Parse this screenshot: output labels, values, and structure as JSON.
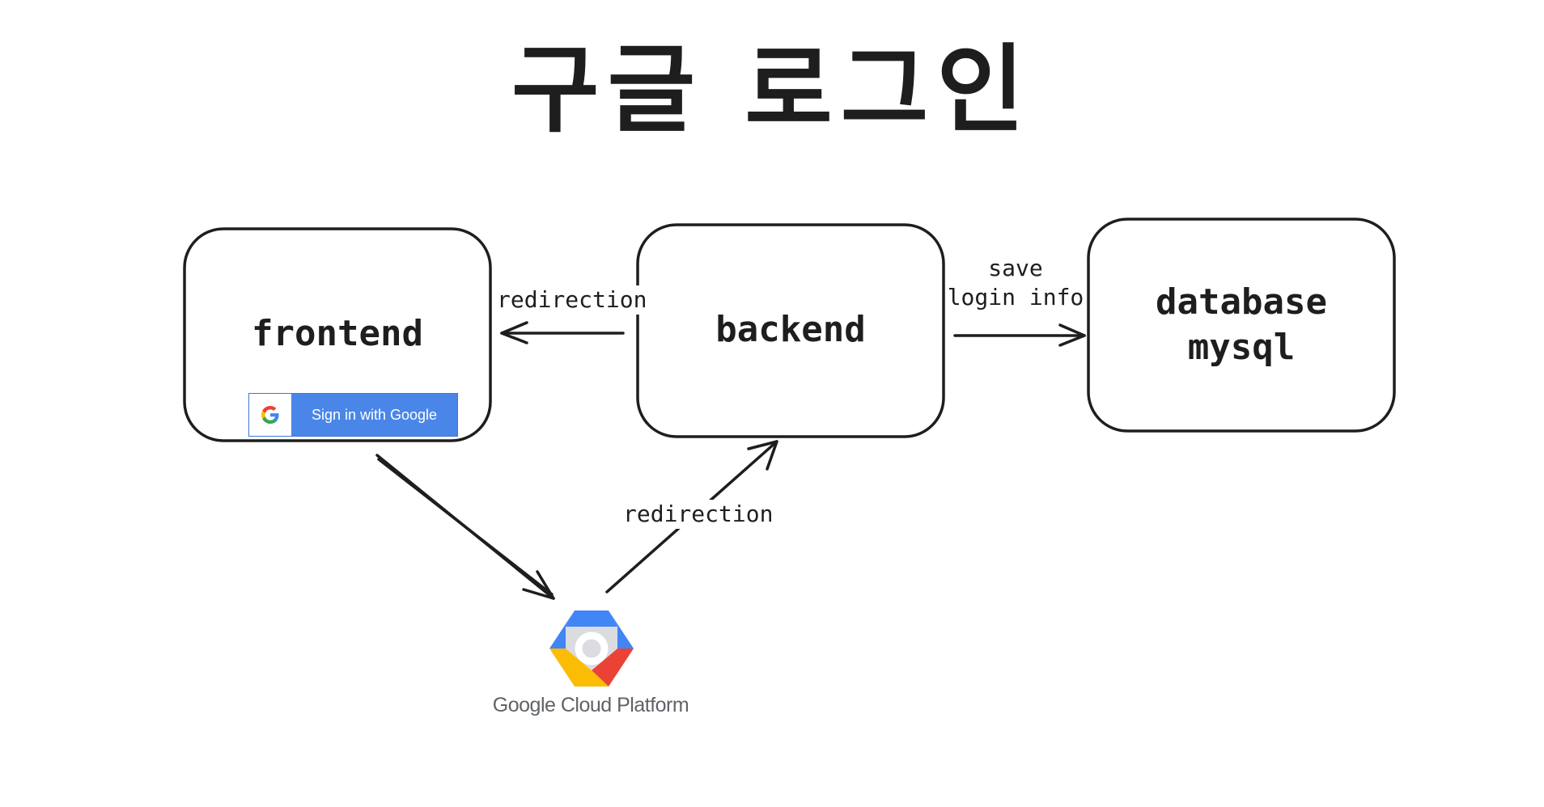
{
  "title": "구글 로그인",
  "nodes": {
    "frontend": "frontend",
    "backend": "backend",
    "database_line1": "database",
    "database_line2": "mysql"
  },
  "edges": {
    "backend_to_frontend": "redirection",
    "backend_to_database_line1": "save",
    "backend_to_database_line2": "login info",
    "gcp_to_backend": "redirection"
  },
  "signin_button": {
    "label": "Sign in with Google",
    "icon": "google-g-icon",
    "background": "#4a86e8"
  },
  "gcp": {
    "label": "Google Cloud Platform",
    "icon": "google-cloud-hexagon-icon",
    "colors": [
      "#4285f4",
      "#ea4335",
      "#fbbc05",
      "#dadce0"
    ]
  }
}
